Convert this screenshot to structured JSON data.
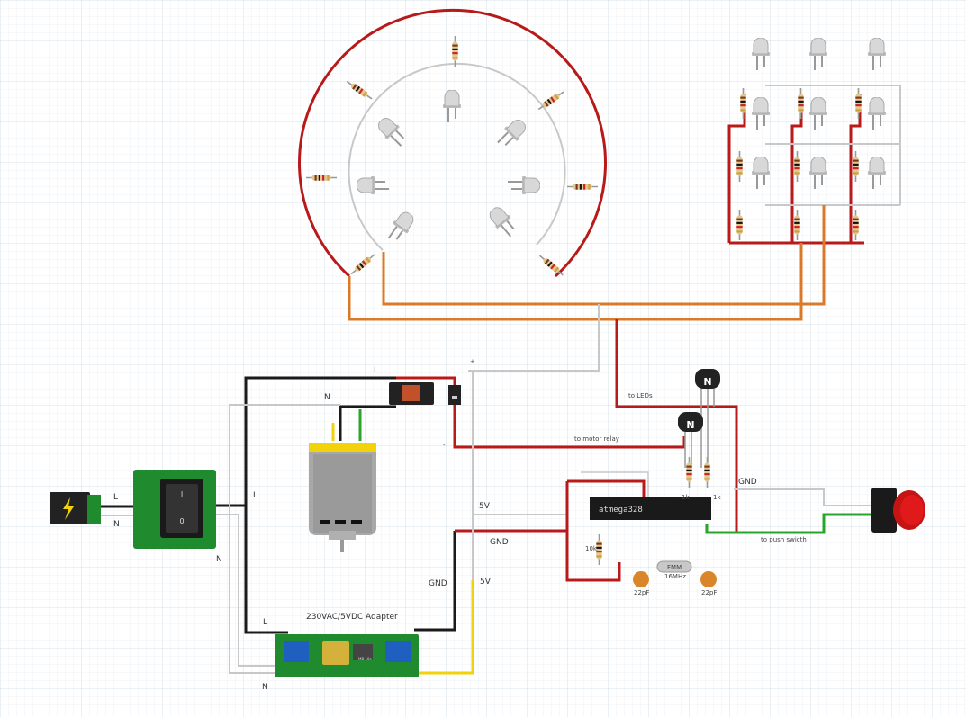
{
  "labels": {
    "wire_L_top": "L",
    "wire_N_top": "N",
    "wire_L_socket": "L",
    "wire_N_socket": "N",
    "wire_L_mid": "L",
    "wire_N_mid": "N",
    "wire_L_adapter": "L",
    "wire_N_bottom": "N",
    "to_leds": "to LEDs",
    "to_motor_relay": "to motor relay",
    "to_push_switch": "to push swicth",
    "gnd_right": "GND",
    "gnd_mid": "GND",
    "gnd_adapter": "GND",
    "v5_mid": "5V",
    "v5_adapter": "5V",
    "plus": "+",
    "minus": "-"
  },
  "components": {
    "mcu": "atmega328",
    "crystal": "16MHz",
    "crystal_mark": "FMM",
    "cap_left": "22pF",
    "cap_right": "22pF",
    "res_10k": "10k",
    "res_1k_left": "1k",
    "res_1k_right": "1k",
    "adapter": "230VAC/5VDC Adapter",
    "adapter_chip": "MB 10s",
    "transistor_top": "N",
    "transistor_bottom": "N",
    "switch_on": "I",
    "switch_off": "0"
  },
  "colors": {
    "red_wire": "#b81a1a",
    "orange_wire": "#d97a2b",
    "gray_wire": "#c8c8c8",
    "black_wire": "#1a1a1a",
    "green_wire": "#2aa52a",
    "yellow_wire": "#f2d20a",
    "pcb_green": "#1f8a2e"
  }
}
